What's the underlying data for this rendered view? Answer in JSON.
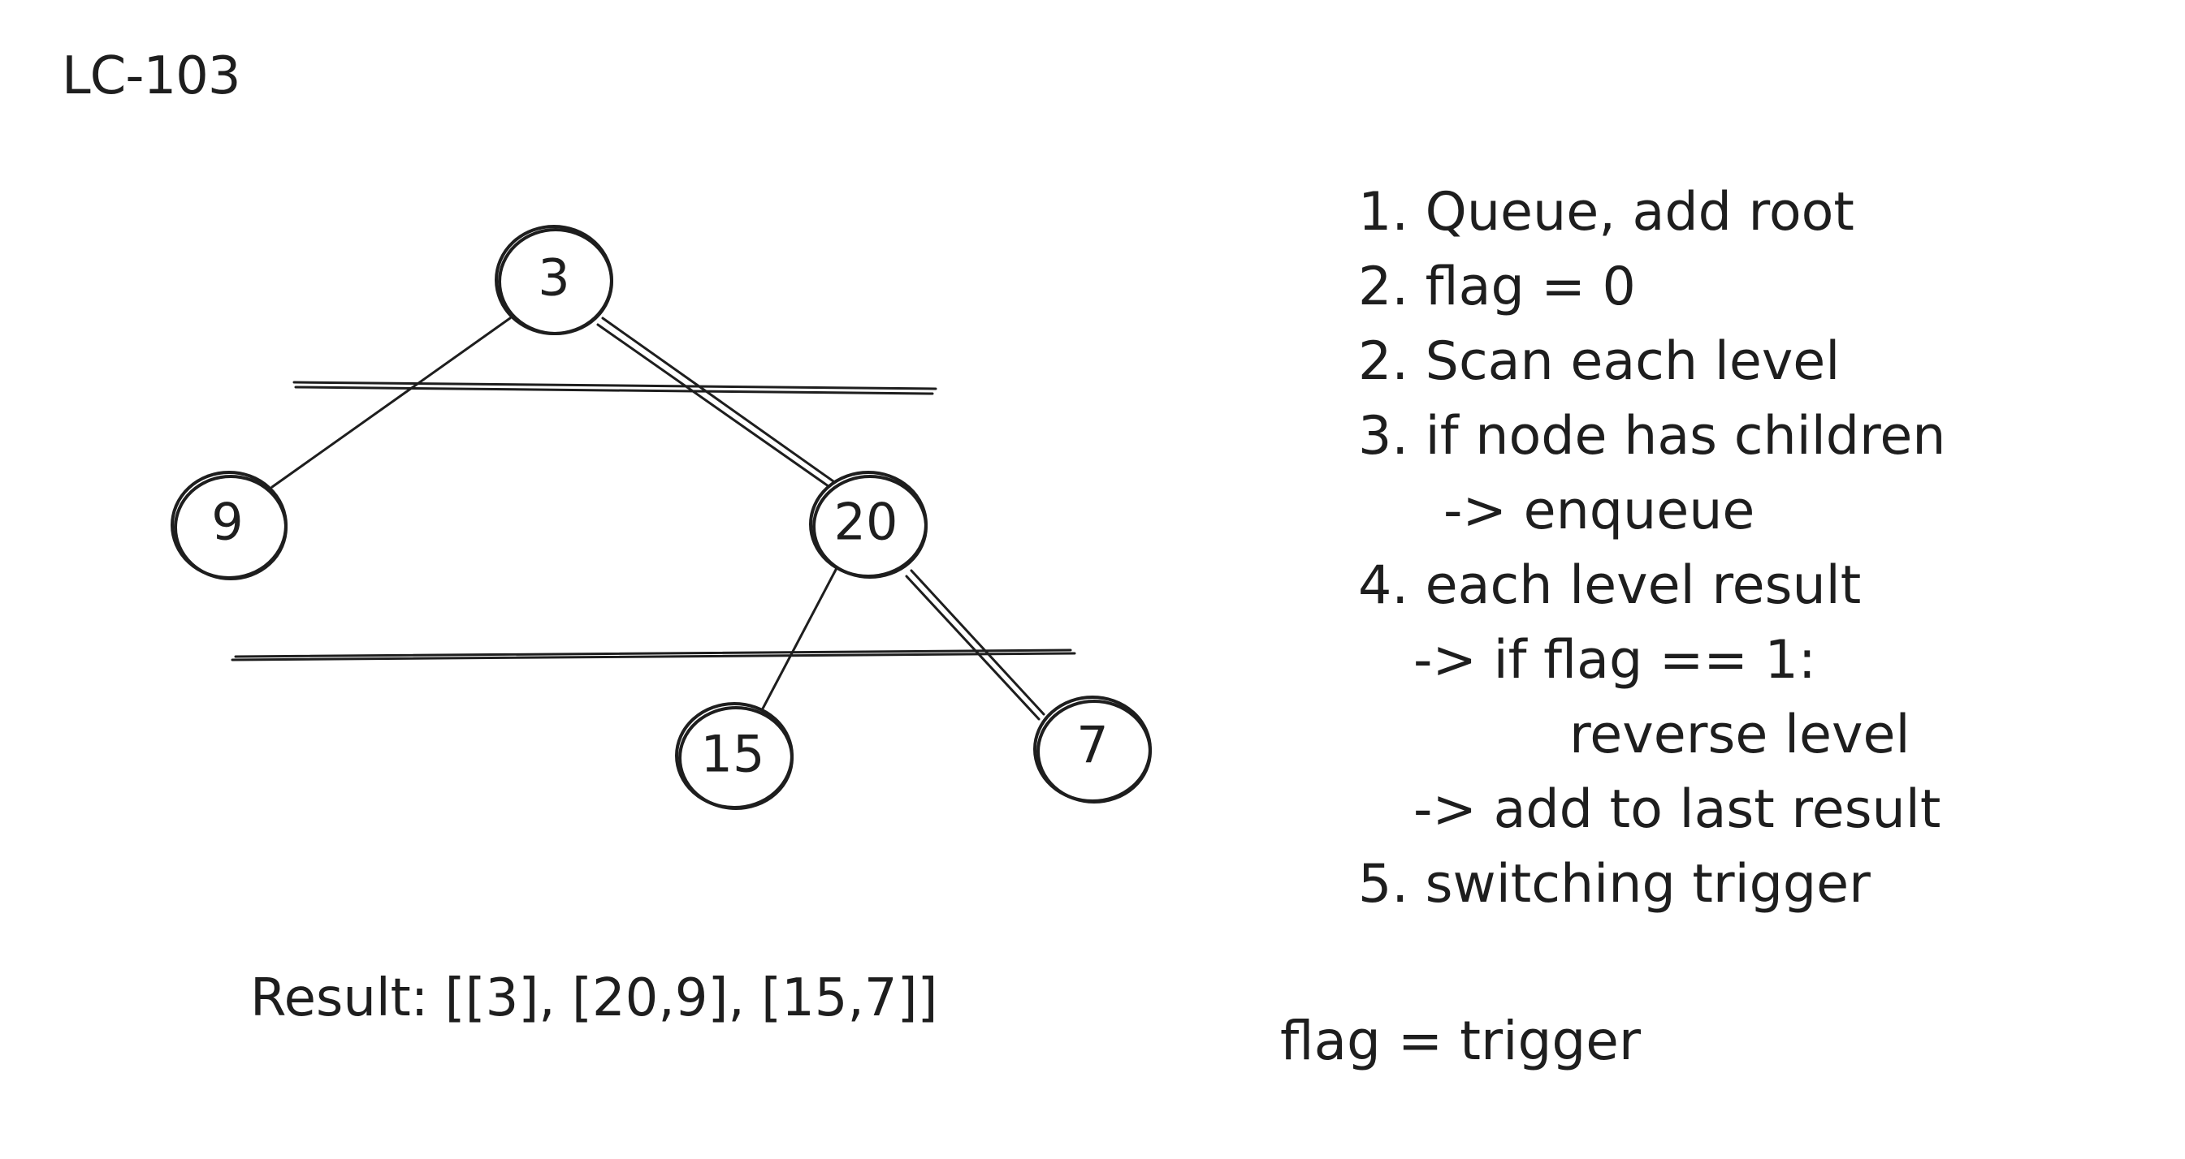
{
  "title": "LC-103",
  "tree": {
    "nodes": [
      {
        "id": "n3",
        "label": "3"
      },
      {
        "id": "n9",
        "label": "9"
      },
      {
        "id": "n20",
        "label": "20"
      },
      {
        "id": "n15",
        "label": "15"
      },
      {
        "id": "n7",
        "label": "7"
      }
    ],
    "edges": [
      {
        "from": "n3",
        "to": "n9"
      },
      {
        "from": "n3",
        "to": "n20"
      },
      {
        "from": "n20",
        "to": "n15"
      },
      {
        "from": "n20",
        "to": "n7"
      }
    ]
  },
  "steps": [
    "1. Queue, add root",
    "2. flag = 0",
    "2. Scan each level",
    "3. if node has children",
    "-> enqueue",
    "4. each level result",
    "-> if flag == 1:",
    "reverse level",
    "-> add to last result",
    "5. switching trigger"
  ],
  "result": "Result: [[3], [20,9], [15,7]]",
  "flag_note": "flag = trigger",
  "colors": {
    "ink": "#1e1e1e",
    "background": "#ffffff"
  }
}
